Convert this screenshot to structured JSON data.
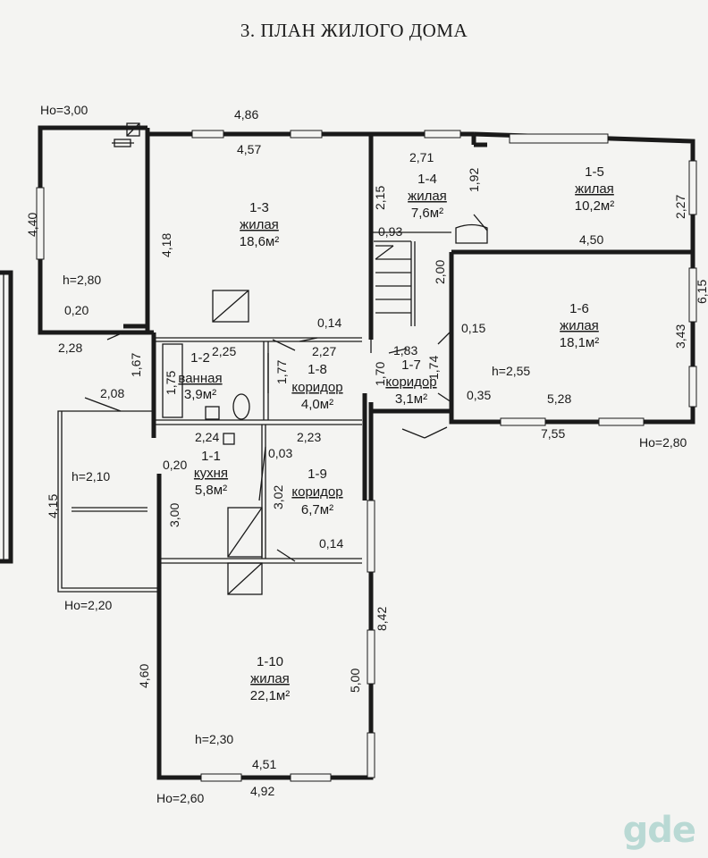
{
  "title": "3. ПЛАН ЖИЛОГО ДОМА",
  "rooms": [
    {
      "id": "1-1",
      "name": "кухня",
      "area": "5,8м²"
    },
    {
      "id": "1-2",
      "name": "ванная",
      "area": "3,9м²"
    },
    {
      "id": "1-3",
      "name": "жилая",
      "area": "18,6м²"
    },
    {
      "id": "1-4",
      "name": "жилая",
      "area": "7,6м²"
    },
    {
      "id": "1-5",
      "name": "жилая",
      "area": "10,2м²"
    },
    {
      "id": "1-6",
      "name": "жилая",
      "area": "18,1м²"
    },
    {
      "id": "1-7",
      "name": "коридор",
      "area": "3,1м²"
    },
    {
      "id": "1-8",
      "name": "коридор",
      "area": "4,0м²"
    },
    {
      "id": "1-9",
      "name": "коридор",
      "area": "6,7м²"
    },
    {
      "id": "1-10",
      "name": "жилая",
      "area": "22,1м²"
    }
  ],
  "heights": {
    "h_top_left": "Hо=3,00",
    "h_right": "Hо=2,80",
    "h_porch": "Hо=2,20",
    "h_bottom": "Hо=2,60",
    "room_h_280": "h=2,80",
    "room_h_255": "h=2,55",
    "room_h_210": "h=2,10",
    "room_h_230": "h=2,30"
  },
  "dims": {
    "d486": "4,86",
    "d457": "4,57",
    "d271": "2,71",
    "d440": "4,40",
    "d418": "4,18",
    "d215": "2,15",
    "d192": "1,92",
    "d227a": "2,27",
    "d093": "0,93",
    "d450": "4,50",
    "d200": "2,00",
    "d020a": "0,20",
    "d228": "2,28",
    "d014a": "0,14",
    "d225": "2,25",
    "d227b": "2,27",
    "d183": "1,83",
    "d015": "0,15",
    "d343": "3,43",
    "d167": "1,67",
    "d175": "1,75",
    "d177": "1,77",
    "d170": "1,70",
    "d174": "1,74",
    "d208": "2,08",
    "d035": "0,35",
    "d528": "5,28",
    "d755": "7,55",
    "d224": "2,24",
    "d223": "2,23",
    "d020b": "0,20",
    "d003": "0,03",
    "d302": "3,02",
    "d300": "3,00",
    "d415": "4,15",
    "d014b": "0,14",
    "d842": "8,42",
    "d460": "4,60",
    "d500": "5,00",
    "d451": "4,51",
    "d492": "4,92",
    "d615": "6,15"
  },
  "watermark": "gde"
}
